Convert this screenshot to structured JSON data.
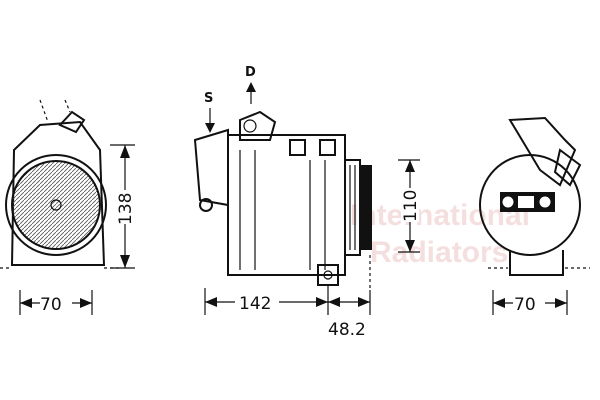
{
  "labels": {
    "suction": "S",
    "discharge": "D"
  },
  "dimensions": {
    "front_width": "70",
    "front_height": "138",
    "side_length": "142",
    "pulley_offset": "48.2",
    "pulley_height": "110",
    "rear_width": "70"
  },
  "watermark": {
    "line1": "International",
    "line2": "Radiators"
  },
  "colors": {
    "line": "#111111",
    "watermark": "#e8b8b8"
  }
}
